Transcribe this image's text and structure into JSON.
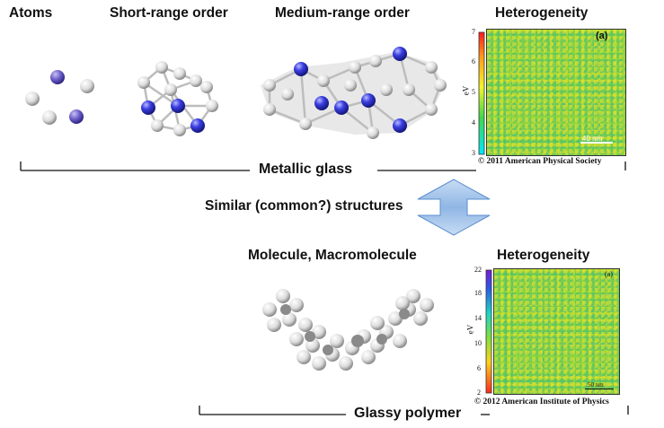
{
  "top": {
    "headings": {
      "atoms": "Atoms",
      "short_range": "Short-range order",
      "medium_range": "Medium-range order",
      "heterogeneity": "Heterogeneity"
    },
    "panel": {
      "label": "(a)",
      "scale_bar": "40 nm",
      "axis_label": "eV",
      "ticks": [
        "7",
        "6",
        "5",
        "4",
        "3"
      ]
    },
    "copyright": "© 2011 American Physical Society",
    "group_label": "Metallic glass"
  },
  "middle": {
    "arrow_label": "Similar (common?) structures"
  },
  "bottom": {
    "headings": {
      "molecule": "Molecule, Macromolecule",
      "heterogeneity": "Heterogeneity"
    },
    "panel": {
      "label": "(a)",
      "scale_bar": "50 nm",
      "axis_label": "eV",
      "ticks": [
        "22",
        "18",
        "14",
        "10",
        "6",
        "2"
      ]
    },
    "copyright": "© 2012 American Institute of Physics",
    "group_label": "Glassy polymer"
  },
  "colors": {
    "atom_blue": "#3a3ee0",
    "atom_white": "#e6e6e6",
    "arrow_fill": "#9fc3ea",
    "heatmap_green": "#8fd63a"
  }
}
